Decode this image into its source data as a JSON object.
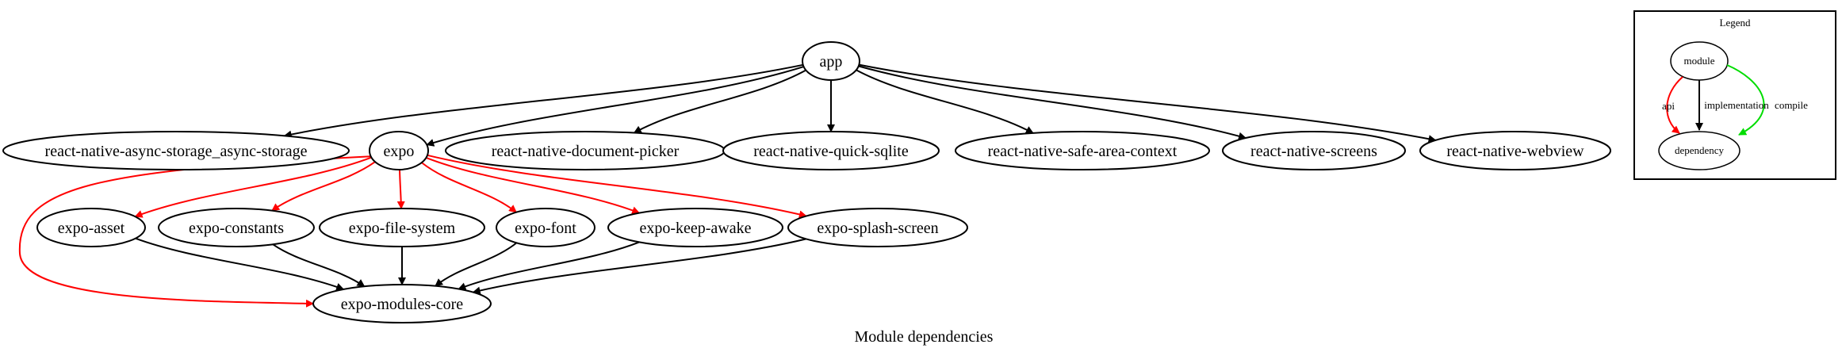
{
  "caption": "Module dependencies",
  "colors": {
    "api": "#ff0000",
    "implementation": "#000000",
    "compile": "#00dd00"
  },
  "nodes": {
    "app": "app",
    "expo": "expo",
    "async_storage": "react-native-async-storage_async-storage",
    "document_picker": "react-native-document-picker",
    "quick_sqlite": "react-native-quick-sqlite",
    "safe_area": "react-native-safe-area-context",
    "screens": "react-native-screens",
    "webview": "react-native-webview",
    "expo_asset": "expo-asset",
    "expo_constants": "expo-constants",
    "expo_file_system": "expo-file-system",
    "expo_font": "expo-font",
    "expo_keep_awake": "expo-keep-awake",
    "expo_splash_screen": "expo-splash-screen",
    "expo_modules_core": "expo-modules-core"
  },
  "edges": [
    {
      "from": "app",
      "to": "async_storage",
      "type": "implementation"
    },
    {
      "from": "app",
      "to": "expo",
      "type": "implementation"
    },
    {
      "from": "app",
      "to": "document_picker",
      "type": "implementation"
    },
    {
      "from": "app",
      "to": "quick_sqlite",
      "type": "implementation"
    },
    {
      "from": "app",
      "to": "safe_area",
      "type": "implementation"
    },
    {
      "from": "app",
      "to": "screens",
      "type": "implementation"
    },
    {
      "from": "app",
      "to": "webview",
      "type": "implementation"
    },
    {
      "from": "expo",
      "to": "expo_asset",
      "type": "api"
    },
    {
      "from": "expo",
      "to": "expo_constants",
      "type": "api"
    },
    {
      "from": "expo",
      "to": "expo_file_system",
      "type": "api"
    },
    {
      "from": "expo",
      "to": "expo_font",
      "type": "api"
    },
    {
      "from": "expo",
      "to": "expo_keep_awake",
      "type": "api"
    },
    {
      "from": "expo",
      "to": "expo_splash_screen",
      "type": "api"
    },
    {
      "from": "expo",
      "to": "expo_modules_core",
      "type": "api"
    },
    {
      "from": "expo_asset",
      "to": "expo_modules_core",
      "type": "implementation"
    },
    {
      "from": "expo_constants",
      "to": "expo_modules_core",
      "type": "implementation"
    },
    {
      "from": "expo_file_system",
      "to": "expo_modules_core",
      "type": "implementation"
    },
    {
      "from": "expo_font",
      "to": "expo_modules_core",
      "type": "implementation"
    },
    {
      "from": "expo_keep_awake",
      "to": "expo_modules_core",
      "type": "implementation"
    },
    {
      "from": "expo_splash_screen",
      "to": "expo_modules_core",
      "type": "implementation"
    }
  ],
  "legend": {
    "title": "Legend",
    "module": "module",
    "dependency": "dependency",
    "api": "api",
    "implementation": "implementation",
    "compile": "compile"
  }
}
